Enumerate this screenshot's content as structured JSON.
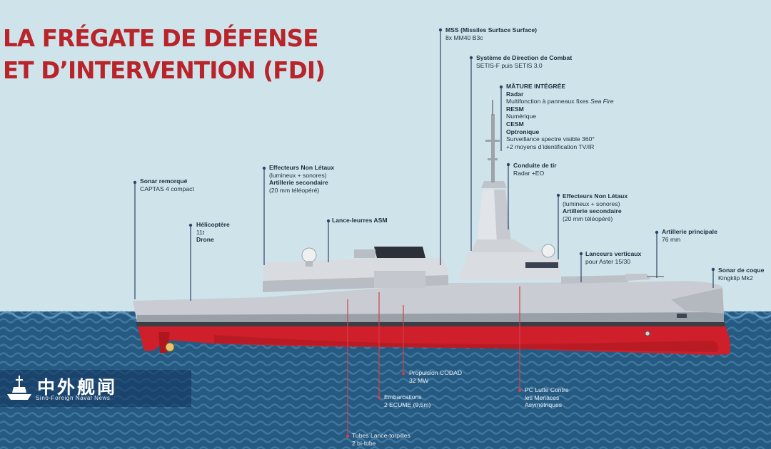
{
  "title": {
    "line1": "LA FRÉGATE DE DÉFENSE",
    "line2": "ET D’INTERVENTION (FDI)"
  },
  "callouts": {
    "sonar_remorque": {
      "heading": "Sonar remorqué",
      "lines": [
        "CAPTAS 4 compact"
      ]
    },
    "helicoptere": {
      "heading": "Hélicoptère",
      "lines": [
        "11t"
      ],
      "heading2": "Drone"
    },
    "effecteurs_arriere": {
      "heading": "Effecteurs Non Létaux",
      "lines": [
        "(lumineux + sonores)"
      ],
      "heading2": "Artillerie secondaire",
      "lines2": [
        "(20 mm téléopéré)"
      ]
    },
    "lance_leurres": {
      "heading": "Lance-leurres ASM"
    },
    "mss": {
      "heading": "MSS (Missiles Surface Surface)",
      "lines": [
        "8x MM40 B3c"
      ]
    },
    "systeme_direction": {
      "heading": "Système de Direction de Combat",
      "lines": [
        "SETIS-F puis SETIS 3.0"
      ]
    },
    "mature": {
      "heading": "MÂTURE INTÉGRÉE",
      "radar_heading": "Radar",
      "radar_text": "Multifonction à panneaux fixes ",
      "radar_italic": "Sea Fire",
      "resm_heading": "RESM",
      "resm_text": "Numérique",
      "cesm_heading": "CESM",
      "opto_heading": "Optronique",
      "opto_lines": [
        "Surveillance spectre visible 360°",
        "+2 moyens d’identification TV/IR"
      ]
    },
    "conduite_tir": {
      "heading": "Conduite de tir",
      "lines": [
        "Radar +EO"
      ]
    },
    "effecteurs_avant": {
      "heading": "Effecteurs Non Létaux",
      "lines": [
        "(lumineux + sonores)"
      ],
      "heading2": "Artillerie secondaire",
      "lines2": [
        "(20 mm téléopéré)"
      ]
    },
    "lanceurs_verticaux": {
      "heading": "Lanceurs verticaux",
      "lines": [
        "pour Aster 15/30"
      ]
    },
    "artillerie_principale": {
      "heading": "Artillerie principale",
      "lines": [
        "76 mm"
      ]
    },
    "sonar_coque": {
      "heading": "Sonar de coque",
      "lines": [
        "Kingklip Mk2"
      ]
    },
    "propulsion": {
      "heading": "Propulsion CODAD",
      "lines": [
        "32 MW"
      ]
    },
    "embarcations": {
      "heading": "Embarcations",
      "lines": [
        "2 ECUME (9,5m)"
      ]
    },
    "pc_lutte": {
      "heading": "PC Lutte Contre",
      "lines": [
        "les Menaces",
        "Asymétriques"
      ]
    },
    "tubes": {
      "heading": "Tubes Lance-torpilles",
      "lines": [
        "2 bi-tube"
      ]
    }
  },
  "watermark": {
    "name": "中外舰闻",
    "subtitle": "Sino-Foreign Naval News"
  },
  "colors": {
    "sky": "#cfe4ea",
    "sea": "#2a5f86",
    "hull_grey": "#c8ccd2",
    "hull_red": "#d0202c",
    "title_red": "#b8242a"
  }
}
